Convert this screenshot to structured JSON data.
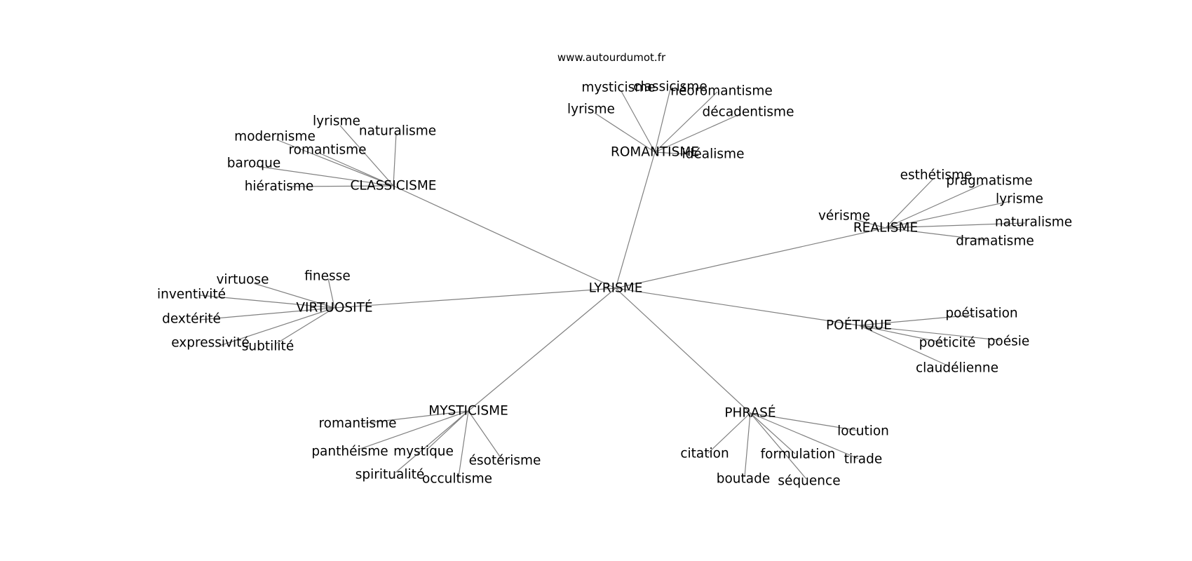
{
  "watermark": "www.autourdumot.fr",
  "center": "LYRISME",
  "clusters": [
    {
      "hub": "ROMANTISME",
      "leaves": [
        "mysticisme",
        "classicisme",
        "néoromantisme",
        "lyrisme",
        "décadentisme",
        "idéalisme"
      ]
    },
    {
      "hub": "CLASSICISME",
      "leaves": [
        "lyrisme",
        "naturalisme",
        "modernisme",
        "romantisme",
        "baroque",
        "hiératisme"
      ]
    },
    {
      "hub": "RÉALISME",
      "leaves": [
        "esthétisme",
        "pragmatisme",
        "lyrisme",
        "vérisme",
        "naturalisme",
        "dramatisme"
      ]
    },
    {
      "hub": "VIRTUOSITÉ",
      "leaves": [
        "finesse",
        "virtuose",
        "inventivité",
        "dextérité",
        "expressivité",
        "subtilité"
      ]
    },
    {
      "hub": "POÉTIQUE",
      "leaves": [
        "poétisation",
        "poésie",
        "poéticité",
        "claudélienne"
      ]
    },
    {
      "hub": "MYSTICISME",
      "leaves": [
        "romantisme",
        "panthéisme",
        "mystique",
        "ésotérisme",
        "spiritualité",
        "occultisme"
      ]
    },
    {
      "hub": "PHRASÉ",
      "leaves": [
        "locution",
        "citation",
        "formulation",
        "tirade",
        "boutade",
        "séquence"
      ]
    }
  ]
}
